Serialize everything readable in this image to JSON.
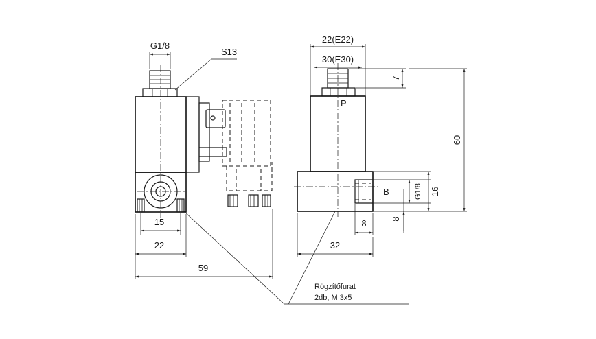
{
  "labels": {
    "thread_top": "G1/8",
    "hex": "S13",
    "width_front": "22(E22)",
    "width_front_alt": "30(E30)",
    "top_height": "7",
    "port_p": "P",
    "total_height": "60",
    "port_b": "B",
    "thread_side": "G1/8",
    "body_height": "16",
    "port_depth": "8",
    "base_height": "8",
    "hole_spacing": "15",
    "base_width": "22",
    "overall_width": "59",
    "side_width": "32",
    "note_line1": "Rögzítőfurat",
    "note_line2": "2db, M 3x5"
  }
}
